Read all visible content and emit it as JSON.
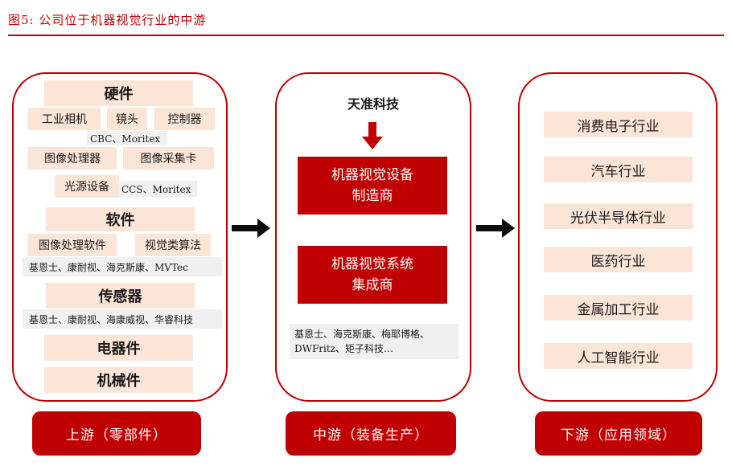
{
  "figure_title": "图5:  公司位于机器视觉行业的中游",
  "upstream": {
    "hardware_heading": "硬件",
    "hardware_items": [
      "工业相机",
      "镜头",
      "控制器"
    ],
    "hardware_vendors": "CBC、Moritex",
    "capture_items": [
      "图像处理器",
      "图像采集卡"
    ],
    "light_source": "光源设备",
    "light_vendors": "CCS、Moritex",
    "software_heading": "软件",
    "software_items": [
      "图像处理软件",
      "视觉类算法"
    ],
    "software_vendors": "基恩士、康耐视、海克斯康、MVTec",
    "sensor_heading": "传感器",
    "sensor_vendors": "基恩士、康耐视、海康威视、华睿科技",
    "electrical": "电器件",
    "mechanical": "机械件"
  },
  "midstream": {
    "company": "天准科技",
    "equipment_maker": [
      "机器视觉设备",
      "制造商"
    ],
    "system_integrator": [
      "机器视觉系统",
      "集成商"
    ],
    "vendors_line1": "基恩士、海克斯康、梅耶博格、",
    "vendors_line2": "DWFritz、矩子科技…"
  },
  "downstream": {
    "industries": [
      "消费电子行业",
      "汽车行业",
      "光伏半导体行业",
      "医药行业",
      "金属加工行业",
      "人工智能行业"
    ]
  },
  "footers": [
    "上游（零部件）",
    "中游（装备生产）",
    "下游（应用领域）"
  ],
  "colors": {
    "accent": "#c00000",
    "beige": "#fbe5d6",
    "grey": "#f0f0f0"
  }
}
